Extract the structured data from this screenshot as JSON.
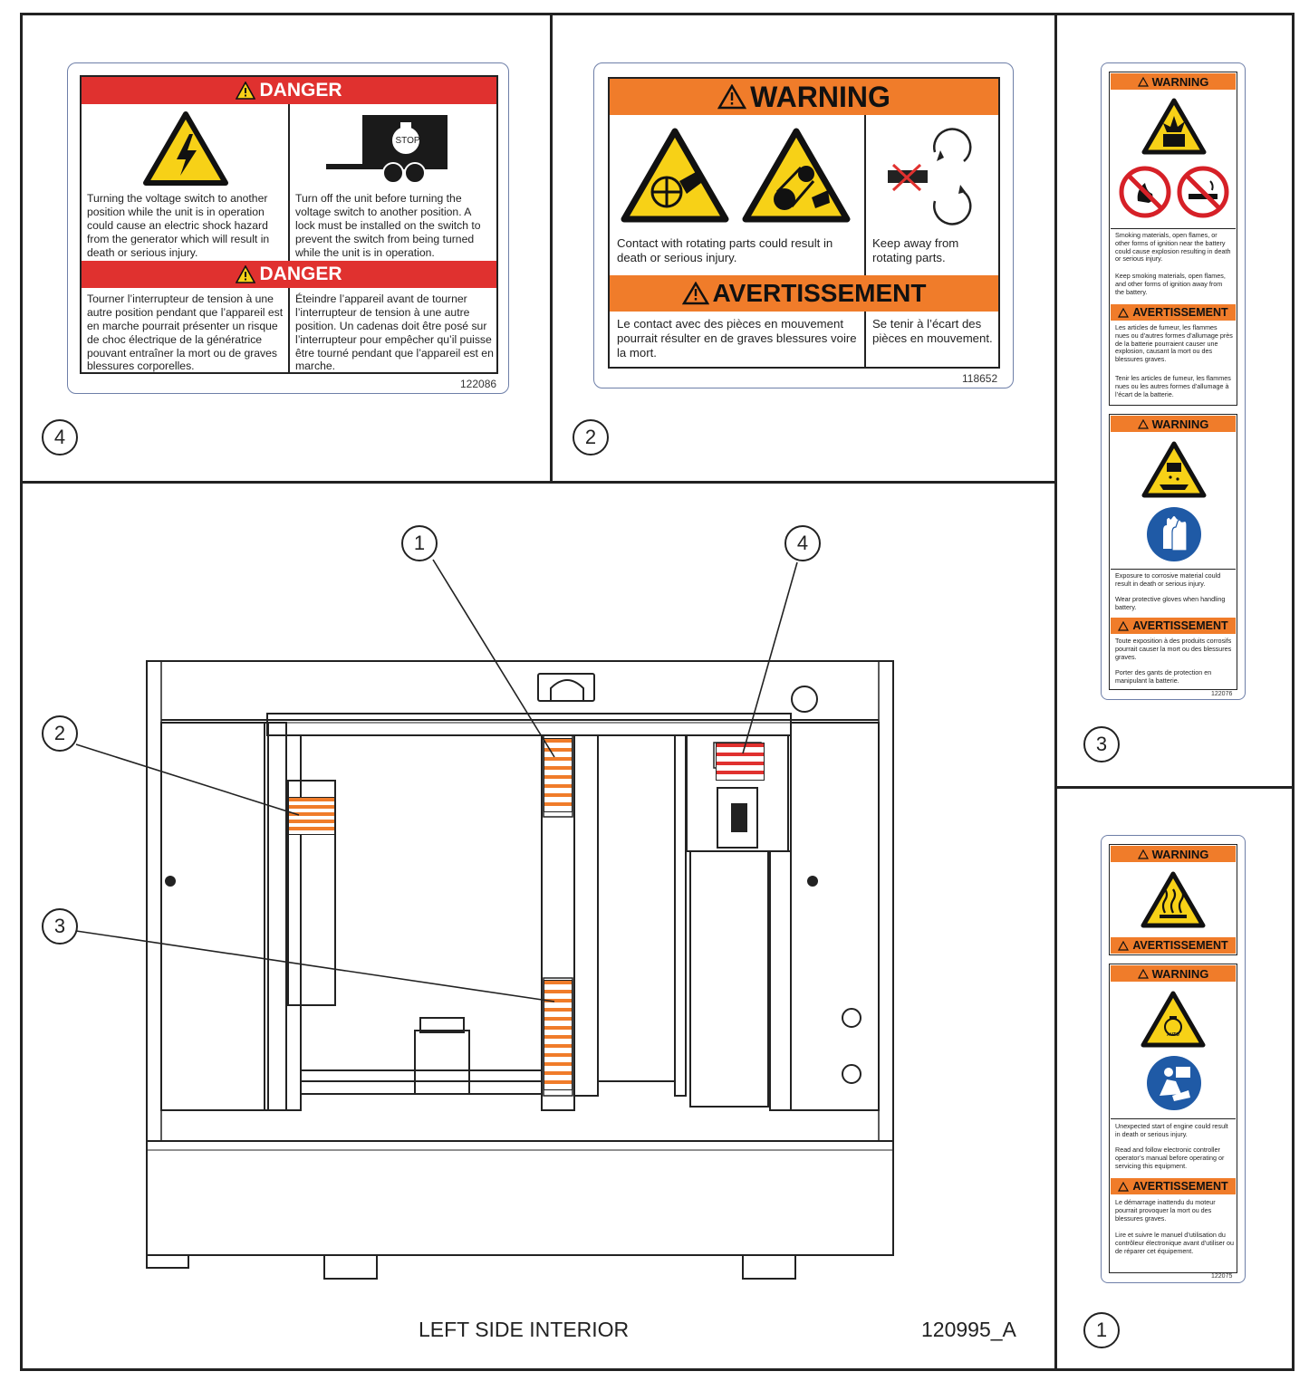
{
  "panels": {
    "p4": {
      "callout": "4",
      "part_no": "122086",
      "danger_en_title": "DANGER",
      "danger_fr_title": "DANGER",
      "left_en": "Turning the voltage switch to another position while the unit is in operation could cause an electric shock hazard from the generator which will result in death or serious injury.",
      "right_en": "Turn off the unit before turning the voltage switch to another position.  A lock must be installed on the switch to prevent the switch from being turned while the unit is in operation.",
      "stop_text": "STOP",
      "left_fr": "Tourner l’interrupteur de tension à une autre position pendant que l’appareil est en marche pourrait présenter un risque de choc électrique de la génératrice pouvant entraîner la mort ou de graves blessures corporelles.",
      "right_fr": "Éteindre l’appareil avant de tourner l’interrupteur de tension à une autre position.  Un cadenas doit être posé sur l’interrupteur pour empêcher qu’il puisse être tourné pendant que l’appareil est en marche."
    },
    "p2": {
      "callout": "2",
      "part_no": "118652",
      "warning_title": "WARNING",
      "avert_title": "AVERTISSEMENT",
      "left_en": "Contact with rotating parts could result in death or serious injury.",
      "right_en": "Keep away from rotating parts.",
      "left_fr": "Le contact avec des pièces en mouvement pourrait résulter en de graves blessures voire la mort.",
      "right_fr": "Se tenir à l’écart des pièces en mouvement."
    },
    "p3": {
      "callout": "3",
      "part_no": "122076",
      "warning_1": "WARNING",
      "text_1a": "Smoking materials, open flames, or other forms of ignition near the battery could cause explosion resulting in death or serious injury.",
      "text_1b": "Keep smoking materials, open flames, and other forms of ignition away from the battery.",
      "avert_1": "AVERTISSEMENT",
      "text_1c": "Les articles de fumeur, les flammes nues ou d’autres formes d’allumage près de la batterie pourraient causer une explosion, causant la mort ou des blessures graves.",
      "text_1d": "Tenir les articles de fumeur, les flammes nues ou les autres formes d’allumage à l’écart de la batterie.",
      "warning_2": "WARNING",
      "text_2a": "Exposure to corrosive material could result in death or serious injury.",
      "text_2b": "Wear protective gloves when handling battery.",
      "avert_2": "AVERTISSEMENT",
      "text_2c": "Toute exposition à des produits corrosifs pourrait causer la mort ou des blessures graves.",
      "text_2d": "Porter des gants de protection en manipulant la batterie."
    },
    "p1": {
      "callout": "1",
      "part_no": "122075",
      "warning_1": "WARNING",
      "avert_1": "AVERTISSEMENT",
      "warning_2": "WARNING",
      "auto_text": "AUTO",
      "text_a": "Unexpected start of engine could result in death or serious injury.",
      "text_b": "Read and follow electronic controller operator’s manual before operating or servicing this equipment.",
      "avert_2": "AVERTISSEMENT",
      "text_c": "Le démarrage inattendu du moteur pourrait provoquer la mort ou des blessures graves.",
      "text_d": "Lire et suivre le manuel d’utilisation du contrôleur électronique avant d’utiliser ou de réparer cet équipement."
    },
    "main": {
      "title": "LEFT SIDE INTERIOR",
      "drawing_no": "120995_A",
      "callouts": [
        "1",
        "4",
        "2",
        "3"
      ]
    }
  },
  "colors": {
    "danger_red": "#e0312f",
    "warning_orange": "#f07c2a",
    "hazard_yellow": "#f7d117",
    "mandatory_blue": "#1f5aa6",
    "prohibit_red": "#d62027"
  }
}
